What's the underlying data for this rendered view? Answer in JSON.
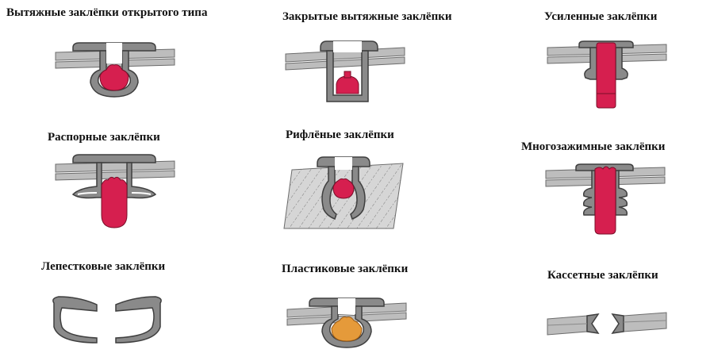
{
  "colors": {
    "body": "#8a8a8a",
    "body_stroke": "#3f3f3f",
    "plate": "#bdbdbd",
    "plate_stroke": "#6c6c6c",
    "mandrel": "#d61f4f",
    "mandrel_stroke": "#7a0f2a",
    "plastic_head": "#e59a3a",
    "hatch_bg": "#d6d6d6"
  },
  "rivets": [
    {
      "name": "Вытяжные заклёпки открытого типа"
    },
    {
      "name": "Закрытые вытяжные заклёпки"
    },
    {
      "name": "Усиленные заклёпки"
    },
    {
      "name": "Распорные заклёпки"
    },
    {
      "name": "Рифлёные заклёпки"
    },
    {
      "name": "Многозажимные заклёпки"
    },
    {
      "name": "Лепестковые заклёпки"
    },
    {
      "name": "Пластиковые заклёпки"
    },
    {
      "name": "Кассетные заклёпки"
    }
  ]
}
